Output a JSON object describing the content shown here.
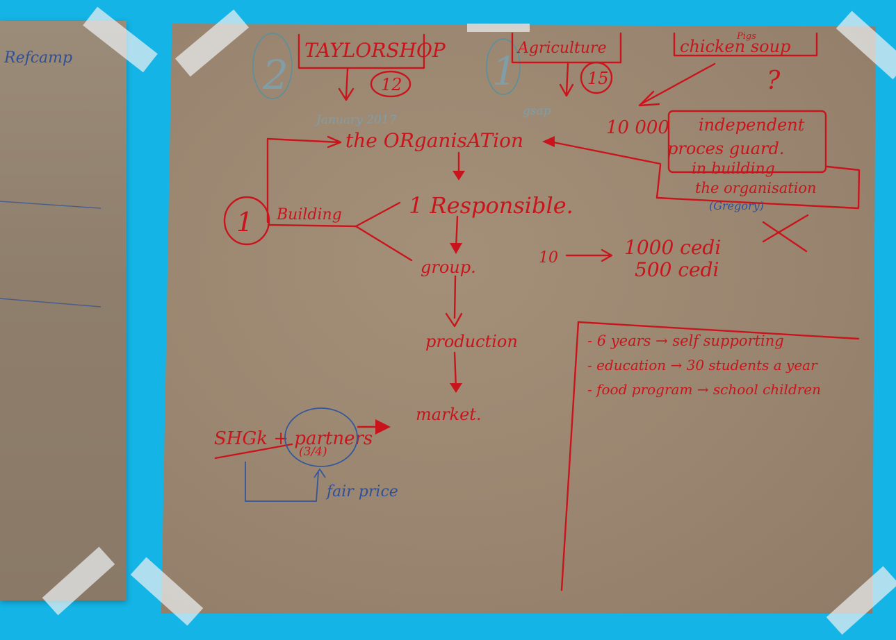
{
  "left_board": {
    "heading": "Refcamp"
  },
  "header": {
    "tailorshop": {
      "rank": "2",
      "label": "TAYLORSHOP",
      "count": "12",
      "note": "January 2017"
    },
    "agriculture": {
      "rank": "1",
      "label": "Agriculture",
      "count": "15",
      "note": "gsap"
    },
    "chicken": {
      "label": "chicken soup",
      "superscript": "Pigs",
      "mark": "?"
    }
  },
  "flow": {
    "organisation": "the ORganisATion",
    "building_rank": "1",
    "building": "Building",
    "responsible": "1 Responsible.",
    "group": "group.",
    "production": "production",
    "market": "market."
  },
  "right_note": {
    "amount": "10 000",
    "lines": [
      "independent",
      "proces guard.",
      "in building",
      "the organisation"
    ],
    "name": "(Gregory)"
  },
  "cedi": {
    "from": "10",
    "line1": "1000 cedi",
    "line2": "500 cedi"
  },
  "bullets": [
    "- 6 years → self supporting",
    "- education → 30 students a year",
    "- food program → school children"
  ],
  "bottom_left": {
    "label": "SHGk + partners",
    "fraction": "(3/4)",
    "fair_price": "fair price"
  }
}
